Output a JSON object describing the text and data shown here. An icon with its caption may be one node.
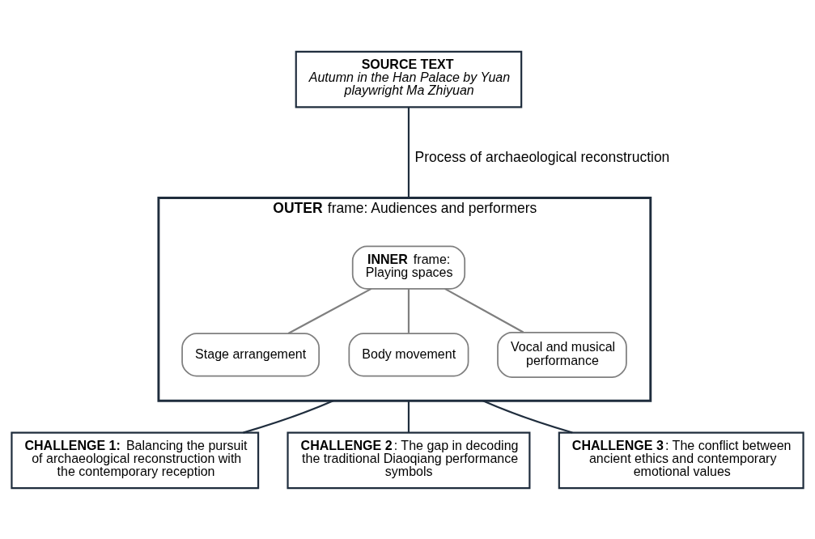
{
  "diagram": {
    "nodes": [
      {
        "text": [
          "SOURCE TEXT",
          "Autumn in the Han Palace by Yuan playwright Ma Zhiyuan"
        ]
      },
      {
        "text": [
          "**OUTER** frame: Audiences and performers"
        ]
      },
      {
        "text": [
          "**INNER** frame: Playing spaces"
        ],
        "in": 1
      },
      {
        "text": [
          "Stage arrangement"
        ],
        "in": 1
      },
      {
        "text": [
          "Body movement"
        ],
        "in": 1
      },
      {
        "text": [
          "Vocal and musical performance"
        ],
        "in": 1
      },
      {
        "text": [
          "**CHALLENGE 1:** Balancing the pursuit of archaeological reconstruction with the contemporary reception"
        ]
      },
      {
        "text": [
          "**CHALLENGE 2**: The gap in decoding the traditional Diaoqiang performance symbols"
        ]
      },
      {
        "text": [
          "**CHALLENGE 3**: The conflict between ancient ethics and contemporary emotional values"
        ]
      }
    ],
    "edges": [
      {
        "from": 0,
        "to": 1,
        "arrow": "none",
        "label": "Process of archaeological reconstruction"
      },
      {
        "from": 2,
        "to": 3,
        "arrow": "none",
        "color": "#7f7f7f"
      },
      {
        "from": 2,
        "to": 4,
        "arrow": "none",
        "color": "#7f7f7f"
      },
      {
        "from": 2,
        "to": 5,
        "arrow": "none",
        "color": "#7f7f7f"
      },
      {
        "from": 1,
        "to": 6,
        "arrow": "none"
      },
      {
        "from": 1,
        "to": 7,
        "arrow": "none"
      },
      {
        "from": 1,
        "to": 8,
        "arrow": "none"
      }
    ]
  }
}
